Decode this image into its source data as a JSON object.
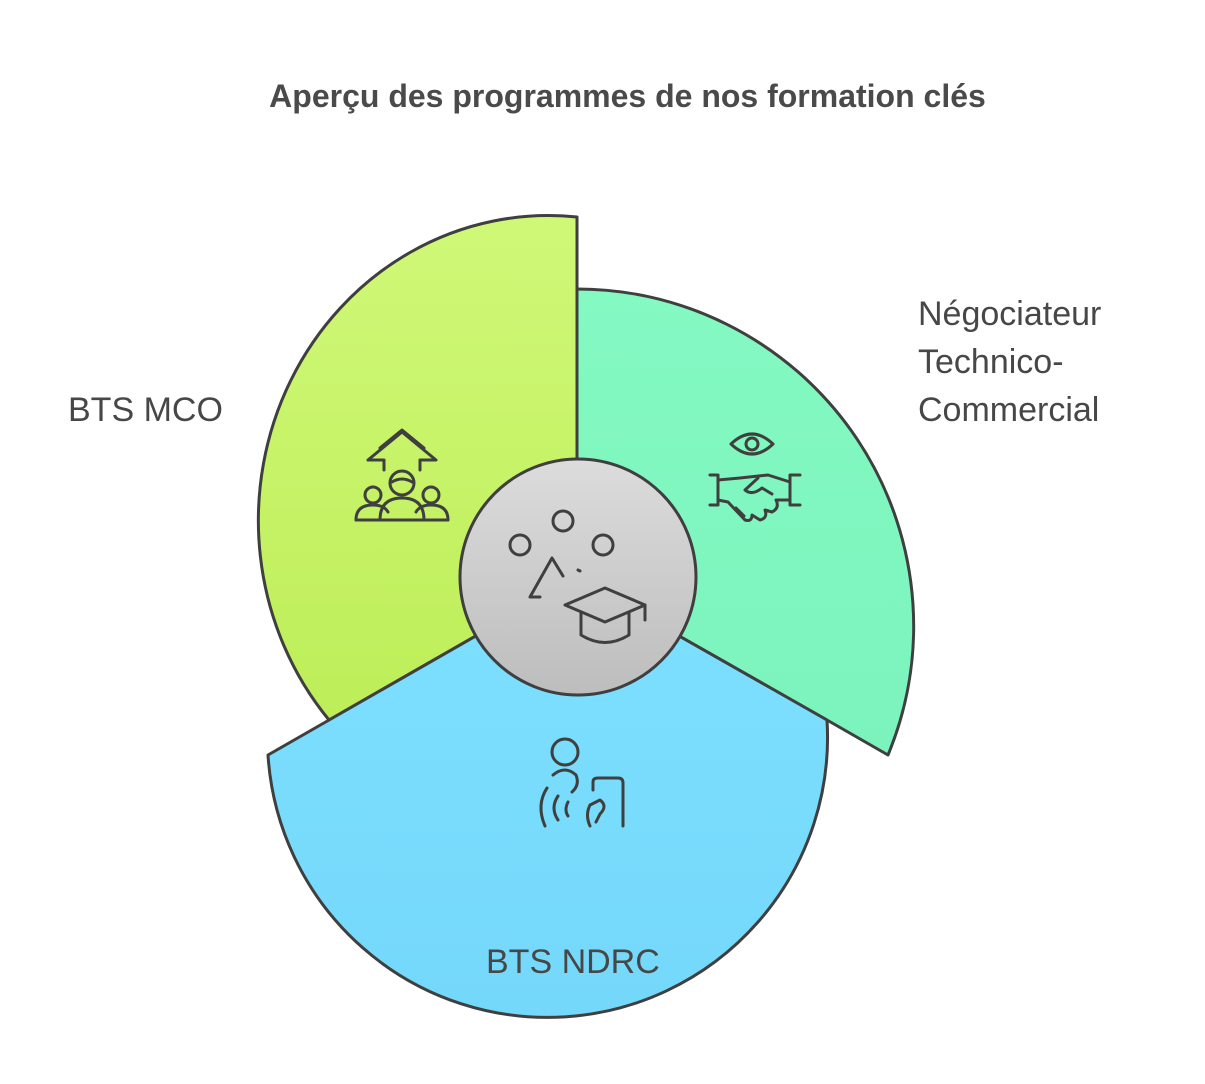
{
  "title": "Aperçu des programmes de nos formation clés",
  "segments": [
    {
      "label": "BTS MCO",
      "icon": "team-growth-icon",
      "color": "#c9f46e"
    },
    {
      "label": "BTS NDRC",
      "icon": "phone-contact-icon",
      "color": "#7bddfc"
    },
    {
      "label_lines": [
        "Négociateur",
        "Technico-",
        "Commercial"
      ],
      "icon": "handshake-eye-icon",
      "color": "#82f7c0"
    }
  ],
  "center": {
    "icon": "graduation-cap-icon",
    "color": "#cccccc"
  },
  "colors": {
    "text": "#474747",
    "outline": "#3f3f3f"
  }
}
